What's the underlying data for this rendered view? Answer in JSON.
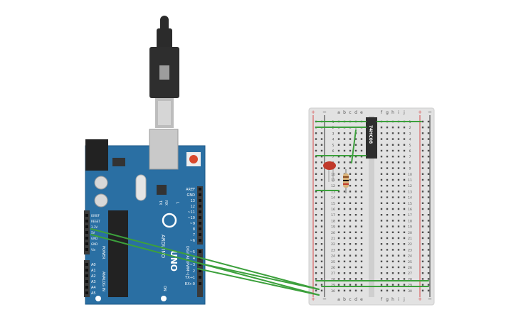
{
  "arduino": {
    "brand": "ARDUINO",
    "model": "UNO",
    "power_header_labels": [
      "IOREF",
      "RESET",
      "3.3V",
      "5V",
      "GND",
      "GND",
      "Vin"
    ],
    "analog_header_labels": [
      "A0",
      "A1",
      "A2",
      "A3",
      "A4",
      "A5"
    ],
    "power_section_label": "POWER",
    "analog_section_label": "ANALOG IN",
    "digital_header_labels": [
      "AREF",
      "GND",
      "13",
      "12",
      "~11",
      "~10",
      "~9",
      "8",
      "7",
      "~6",
      "~5",
      "4",
      "~3",
      "2",
      "TX→1",
      "RX←0"
    ],
    "digital_section_label": "DIGITAL (PWM~)",
    "tx_label": "TX",
    "rx_label": "RX",
    "l_label": "L",
    "on_label": "ON",
    "board_color": "#2a6fa3",
    "header_color": "#3a3a3a"
  },
  "breadboard": {
    "column_labels_left": [
      "a",
      "b",
      "c",
      "d",
      "e"
    ],
    "column_labels_right": [
      "f",
      "g",
      "h",
      "i",
      "j"
    ],
    "row_numbers": [
      "1",
      "2",
      "3",
      "4",
      "5",
      "6",
      "7",
      "8",
      "9",
      "10",
      "11",
      "12",
      "13",
      "14",
      "15",
      "16",
      "17",
      "18",
      "19",
      "20",
      "21",
      "22",
      "23",
      "24",
      "25",
      "26",
      "27",
      "28",
      "29",
      "30"
    ],
    "plus_label": "+",
    "minus_label": "−"
  },
  "ic_chip": {
    "label": "74HC08"
  },
  "led": {
    "color": "#c0392b"
  },
  "wires": {
    "color": "#3ca03c"
  },
  "usb_cable": {
    "color": "#2b2b2b"
  }
}
